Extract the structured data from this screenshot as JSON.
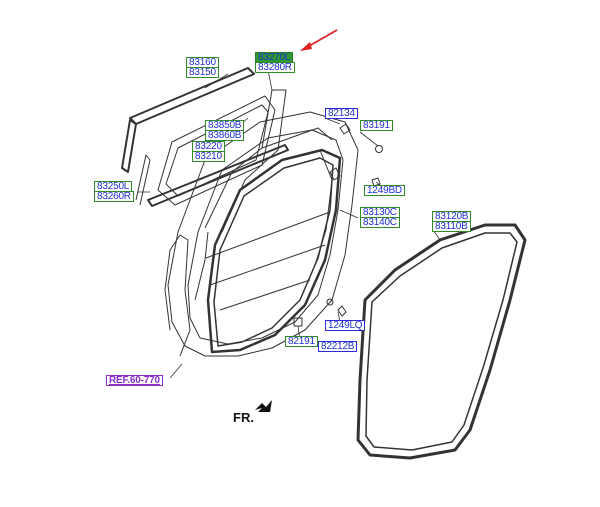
{
  "labels": {
    "l83160": "83160",
    "l83150": "83150",
    "l83270L": "83270L",
    "l83280R": "83280R",
    "l82134": "82134",
    "l83191": "83191",
    "l83850B": "83850B",
    "l83860B": "83860B",
    "l83220": "83220",
    "l83210": "83210",
    "l83250L": "83250L",
    "l83260R": "83260R",
    "l1249BD": "1249BD",
    "l83130C": "83130C",
    "l83140C": "83140C",
    "l83120B": "83120B",
    "l83110B": "83110B",
    "l1249LQ": "1249LQ",
    "l82191": "82191",
    "l82212B": "82212B",
    "ref": "REF.60-770"
  },
  "direction_label": "FR.",
  "colors": {
    "label_text": "#1f2fd0",
    "label_border_green": "#2e8b2e",
    "label_border_blue": "#2a2ad8",
    "highlight_fill": "#2e9a2e",
    "reference_purple": "#8b2fc9",
    "callout_arrow": "#e02020",
    "line_art": "#333333"
  },
  "icons": {
    "front_arrow": "fr-arrow-icon",
    "callout": "red-callout-arrow-icon"
  }
}
